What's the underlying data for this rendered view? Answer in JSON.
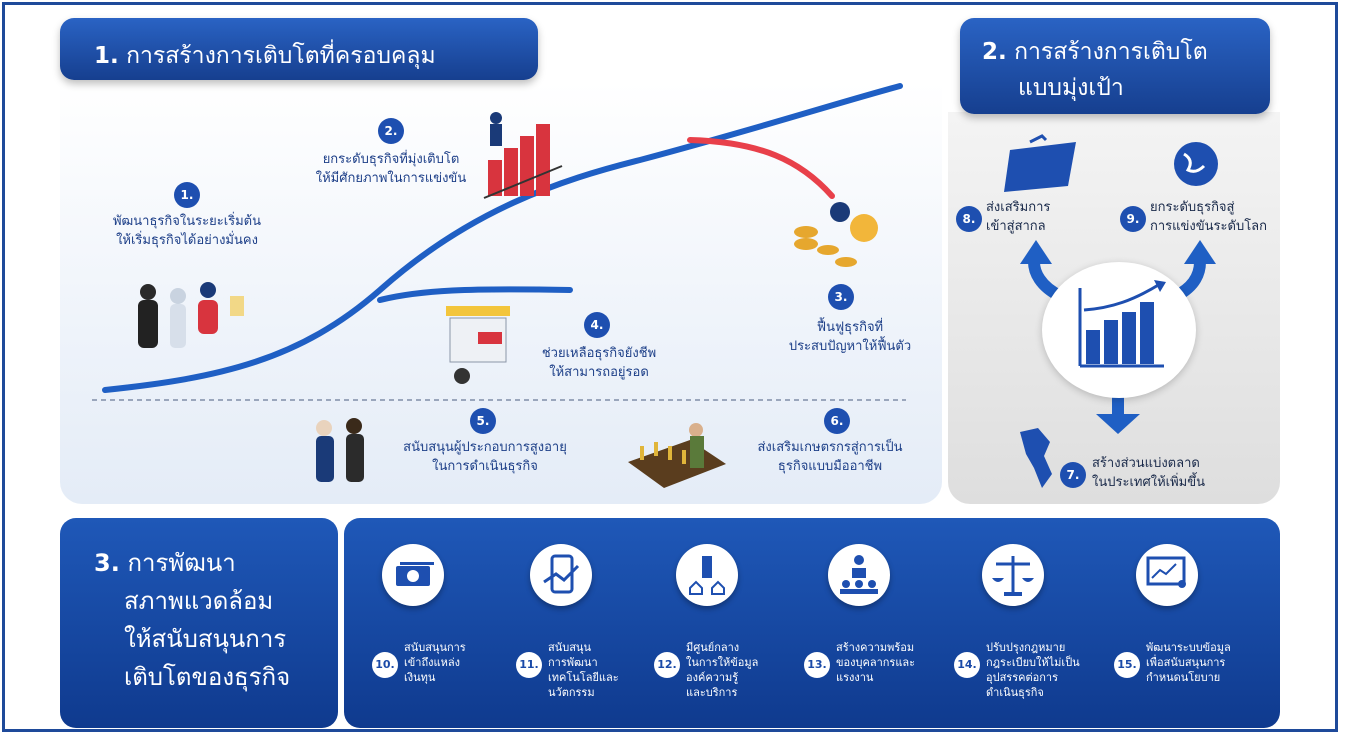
{
  "section1": {
    "num": "1.",
    "title": "การสร้างการเติบโตที่ครอบคลุม"
  },
  "section2": {
    "num": "2.",
    "title_line1": "การสร้างการเติบโต",
    "title_line2": "แบบมุ่งเป้า"
  },
  "section3": {
    "num": "3.",
    "title_line1": "การพัฒนา",
    "title_line2": "สภาพแวดล้อม",
    "title_line3": "ให้สนับสนุนการ",
    "title_line4": "เติบโตของธุรกิจ"
  },
  "items": [
    {
      "num": "1.",
      "line1": "พัฒนาธุรกิจในระยะเริ่มต้น",
      "line2": "ให้เริ่มธุรกิจได้อย่างมั่นคง"
    },
    {
      "num": "2.",
      "line1": "ยกระดับธุรกิจที่มุ่งเติบโต",
      "line2": "ให้มีศักยภาพในการแข่งขัน"
    },
    {
      "num": "3.",
      "line1": "ฟื้นฟูธุรกิจที่",
      "line2": "ประสบปัญหาให้ฟื้นตัว"
    },
    {
      "num": "4.",
      "line1": "ช่วยเหลือธุรกิจยังชีพ",
      "line2": "ให้สามารถอยู่รอด"
    },
    {
      "num": "5.",
      "line1": "สนับสนุนผู้ประกอบการสูงอายุ",
      "line2": "ในการดำเนินธุรกิจ"
    },
    {
      "num": "6.",
      "line1": "ส่งเสริมเกษตรกรสู่การเป็น",
      "line2": "ธุรกิจแบบมืออาชีพ"
    },
    {
      "num": "7.",
      "line1": "สร้างส่วนแบ่งตลาด",
      "line2": "ในประเทศให้เพิ่มขึ้น"
    },
    {
      "num": "8.",
      "line1": "ส่งเสริมการ",
      "line2": "เข้าสู่สากล"
    },
    {
      "num": "9.",
      "line1": "ยกระดับธุรกิจสู่",
      "line2": "การแข่งขันระดับโลก"
    }
  ],
  "env_items": [
    {
      "num": "10.",
      "lines": [
        "สนับสนุนการ",
        "เข้าถึงแหล่ง",
        "เงินทุน"
      ],
      "icon": "money-icon"
    },
    {
      "num": "11.",
      "lines": [
        "สนับสนุน",
        "การพัฒนา",
        "เทคโนโลยีและ",
        "นวัตกรรม"
      ],
      "icon": "smartphone-chart-icon"
    },
    {
      "num": "12.",
      "lines": [
        "มีศูนย์กลาง",
        "ในการให้ข้อมูล",
        "องค์ความรู้",
        "และบริการ"
      ],
      "icon": "building-network-icon"
    },
    {
      "num": "13.",
      "lines": [
        "สร้างความพร้อม",
        "ของบุคลากรและ",
        "แรงงาน"
      ],
      "icon": "audience-speaker-icon"
    },
    {
      "num": "14.",
      "lines": [
        "ปรับปรุงกฎหมาย",
        "กฎระเบียบให้ไม่เป็น",
        "อุปสรรคต่อการ",
        "ดำเนินธุรกิจ"
      ],
      "icon": "scales-icon"
    },
    {
      "num": "15.",
      "lines": [
        "พัฒนาระบบข้อมูล",
        "เพื่อสนับสนุนการ",
        "กำหนดนโยบาย"
      ],
      "icon": "presentation-icon"
    }
  ],
  "colors": {
    "primary": "#1e4fb0",
    "curve": "#1f5fc4",
    "decline": "#e8404a",
    "panel_gray": "#e6e6e6"
  }
}
